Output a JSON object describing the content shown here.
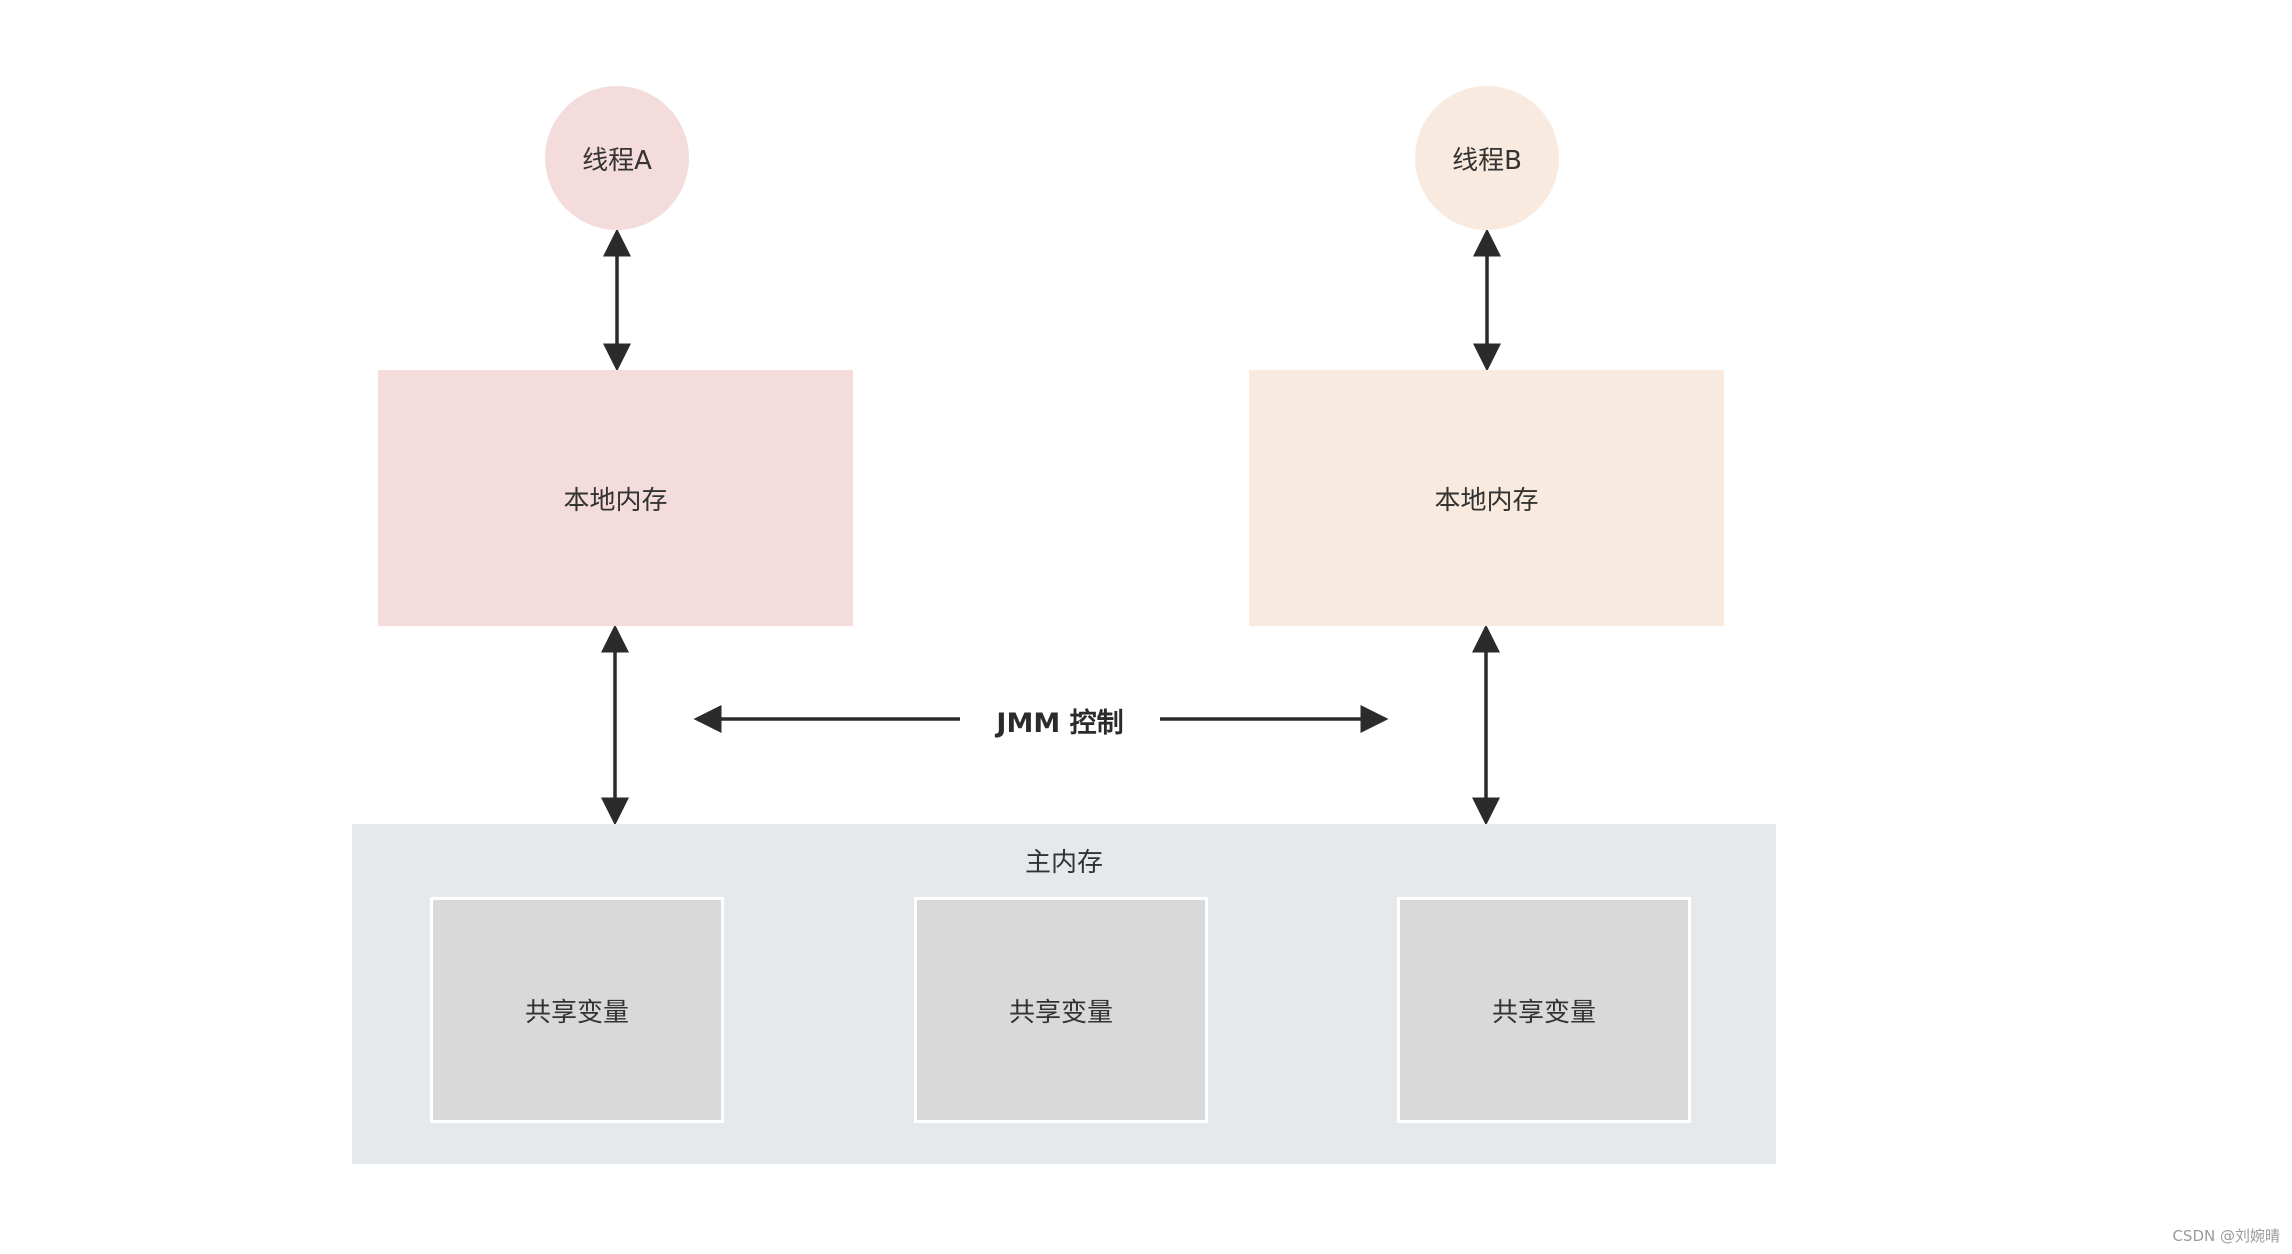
{
  "diagram": {
    "thread_a_label": "线程A",
    "thread_b_label": "线程B",
    "local_memory_a_label": "本地内存",
    "local_memory_b_label": "本地内存",
    "main_memory_label": "主内存",
    "shared_variables": [
      "共享变量",
      "共享变量",
      "共享变量"
    ],
    "jmm_label": "JMM 控制"
  },
  "watermark": "CSDN @刘婉晴",
  "colors": {
    "thread_a_fill": "#f4dcdc",
    "thread_b_fill": "#f8eadf",
    "main_memory_fill": "#e6e9ec",
    "shared_variable_fill": "#d9d9d9",
    "arrow": "#2b2b2b"
  }
}
